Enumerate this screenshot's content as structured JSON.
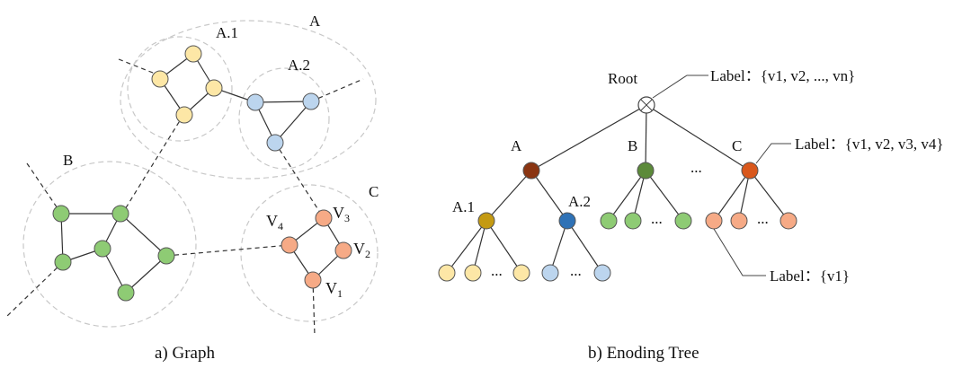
{
  "colors": {
    "yellow": "#fde7a6",
    "blue": "#bcd5ee",
    "green": "#8ecb74",
    "orange": "#f6aa86",
    "brown": "#8a3512",
    "dark_green": "#5c8a3a",
    "gold": "#c49a12",
    "blue_dark": "#2f72b6",
    "orange_dark": "#d9581c"
  },
  "graph": {
    "caption": "a) Graph",
    "regions": {
      "a": "A",
      "a1": "A.1",
      "a2": "A.2",
      "b": "B",
      "c": "C"
    },
    "vertex_labels": {
      "v1": {
        "base": "V",
        "sub": "1"
      },
      "v2": {
        "base": "V",
        "sub": "2"
      },
      "v3": {
        "base": "V",
        "sub": "3"
      },
      "v4": {
        "base": "V",
        "sub": "4"
      }
    }
  },
  "tree": {
    "caption": "b) Enoding Tree",
    "root_label": "Root",
    "nodes": {
      "a": "A",
      "b": "B",
      "c": "C",
      "a1": "A.1",
      "a2": "A.2"
    },
    "ellipsis": "...",
    "label_callouts": {
      "root": "Label：{v1, v2, ..., vn}",
      "c": "Label：{v1, v2, v3, v4}",
      "leaf": "Label：{v1}"
    }
  }
}
